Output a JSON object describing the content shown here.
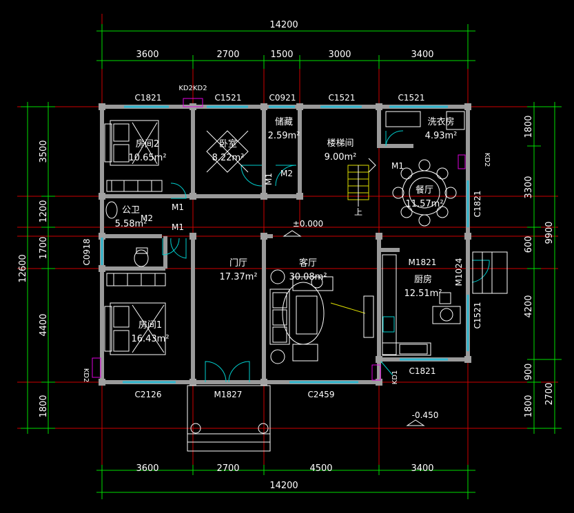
{
  "dimensions": {
    "top_total": "14200",
    "top": [
      "3600",
      "2700",
      "1500",
      "3000",
      "3400"
    ],
    "bottom": [
      "3600",
      "2700",
      "4500",
      "3400"
    ],
    "bottom_total": "14200",
    "left_inner": [
      "3500",
      "1200",
      "1700",
      "4400",
      "1800"
    ],
    "left_total": "12600",
    "right_inner": [
      "1800",
      "3300",
      "600",
      "4200",
      "900",
      "1800"
    ],
    "right_mid": "9900",
    "right_low": "2700"
  },
  "windows": {
    "c1821_top": "C1821",
    "kd2_top": "KD2KD2",
    "c1521_a": "C1521",
    "c0921": "C0921",
    "c1521_b": "C1521",
    "c1521_c": "C1521",
    "c0918": "C0918",
    "c2126": "C2126",
    "c2459": "C2459",
    "c1821_bottom": "C1821",
    "c1821_right": "C1821",
    "c1521_right": "C1521",
    "kd2_left": "KD2",
    "kd2_right": "KD2",
    "kd1": "KD1"
  },
  "doors": {
    "m1_a": "M1",
    "m1_b": "M1",
    "m2_a": "M2",
    "m1_c": "M1",
    "m1_d": "M1",
    "m2_b": "M2",
    "m1827": "M1827",
    "m1821": "M1821",
    "m1024": "M1024"
  },
  "levels": {
    "main": "±0.000",
    "outside": "-0.450"
  },
  "rooms": [
    {
      "name": "房间2",
      "area": "10.65m²"
    },
    {
      "name": "卧室",
      "area": "8.22m²"
    },
    {
      "name": "储藏",
      "area": "2.59m²"
    },
    {
      "name": "楼梯间",
      "area": "9.00m²"
    },
    {
      "name": "洗衣房",
      "area": "4.93m²"
    },
    {
      "name": "餐厅",
      "area": "11.57m²"
    },
    {
      "name": "公卫",
      "area": "5.58m²"
    },
    {
      "name": "门厅",
      "area": "17.37m²"
    },
    {
      "name": "客厅",
      "area": "30.08m²"
    },
    {
      "name": "厨房",
      "area": "12.51m²"
    },
    {
      "name": "房间1",
      "area": "16.43m²"
    }
  ],
  "stair_label": "上",
  "colors": {
    "dimension_line": "#00e000",
    "axis_line": "#d00000",
    "wall": "#9a9a9a",
    "window": "#30b8d0",
    "furniture": "#ffffff",
    "marker": "#e000e0",
    "background": "#000000"
  }
}
